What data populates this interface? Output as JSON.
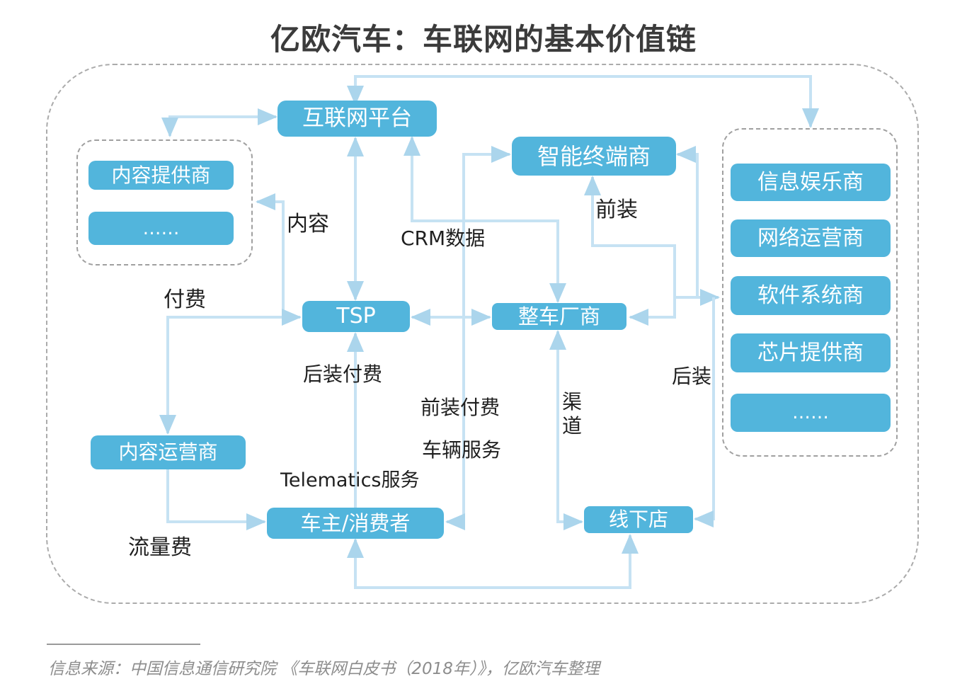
{
  "title": "亿欧汽车：车联网的基本价值链",
  "nodes": {
    "internet_platform": "互联网平台",
    "content_provider": "内容提供商",
    "content_provider_more": "……",
    "smart_terminal": "智能终端商",
    "infotainment": "信息娱乐商",
    "network_operator": "网络运营商",
    "software_system": "软件系统商",
    "chip_provider": "芯片提供商",
    "supplier_more": "……",
    "tsp": "TSP",
    "oem": "整车厂商",
    "content_operator": "内容运营商",
    "car_owner": "车主/消费者",
    "offline_store": "线下店"
  },
  "edge_labels": {
    "content": "内容",
    "crm_data": "CRM数据",
    "front_install": "前装",
    "pay": "付费",
    "aftermarket_pay": "后装付费",
    "front_install_pay": "前装付费",
    "vehicle_service": "车辆服务",
    "channel": "渠道",
    "aftermarket": "后装",
    "telematics_service": "Telematics服务",
    "traffic_fee": "流量费"
  },
  "footer": {
    "source": "信息来源：中国信息通信研究院 《车联网白皮书（2018年）》，亿欧汽车整理"
  },
  "colors": {
    "node_fill": "#52b5dc",
    "node_text": "#ffffff",
    "connector_line": "#c6e2f3",
    "arrowhead": "#abd5ec",
    "dashed_border": "#a5a5a5",
    "title_text": "#3b3b3b",
    "footer_text": "#8d8d8d"
  }
}
